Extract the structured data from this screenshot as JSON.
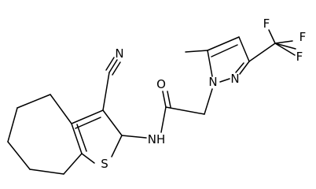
{
  "molecule": {
    "labels": {
      "cn_nitrogen": "N",
      "carbonyl_oxygen": "O",
      "amide_nh": "NH",
      "thiophene_sulfur": "S",
      "pyrazole_n1": "N",
      "pyrazole_n2": "N",
      "fluorine_top": "F",
      "fluorine_right": "F",
      "fluorine_bottom": "F"
    }
  }
}
